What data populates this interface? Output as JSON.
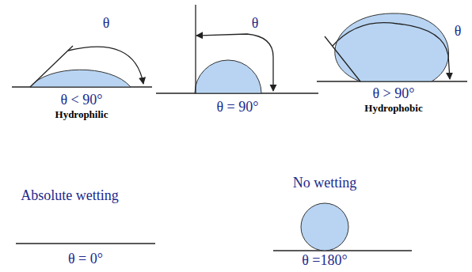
{
  "diagram": {
    "labels": [
      "θ",
      "θ < 90°",
      "Hydrophilic",
      "θ",
      "θ = 90°",
      "θ",
      "θ > 90°",
      "Hydrophobic",
      "Absolute wetting",
      "θ = 0°",
      "No wetting",
      "θ =180°"
    ]
  }
}
